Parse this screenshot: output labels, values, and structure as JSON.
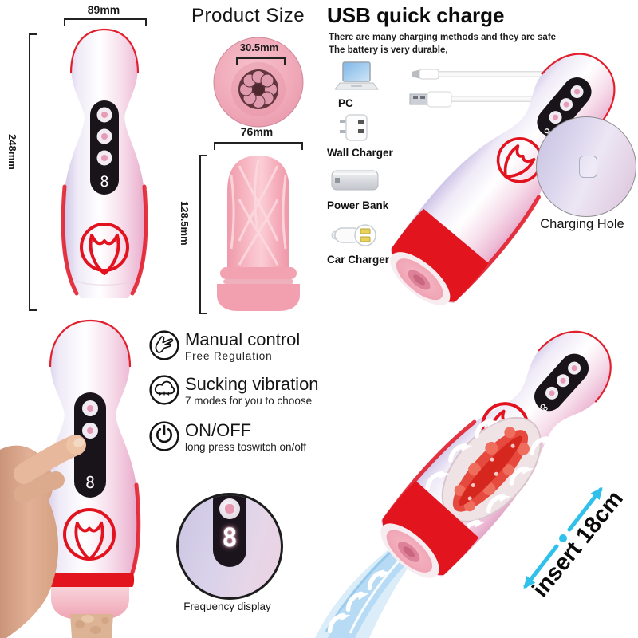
{
  "size_section": {
    "heading": "Product Size",
    "front_width": "89mm",
    "front_height": "248mm",
    "opening_diameter": "30.5mm",
    "sleeve_width": "76mm",
    "sleeve_height": "128.5mm"
  },
  "display": {
    "digit": "8"
  },
  "usb_section": {
    "heading": "USB quick charge",
    "subtitle_line1": "There are many charging methods and they are safe",
    "subtitle_line2": "The battery is very durable,",
    "chargers": [
      {
        "label": "PC"
      },
      {
        "label": "Wall Charger"
      },
      {
        "label": "Power Bank"
      },
      {
        "label": "Car Charger"
      }
    ],
    "charging_hole_label": "Charging Hole"
  },
  "features_section": {
    "items": [
      {
        "title": "Manual control",
        "desc": "Free Regulation"
      },
      {
        "title": "Sucking vibration",
        "desc": "7 modes for you to choose"
      },
      {
        "title": "ON/OFF",
        "desc": "long press toswitch on/off"
      }
    ],
    "frequency_label": "Frequency display"
  },
  "insert_section": {
    "label": "insert 18cm"
  },
  "colors": {
    "accent_red": "#e2151f",
    "cyan": "#2fc0ec",
    "sleeve_pink": "#f2a4b3",
    "panel_black": "#19141a",
    "text_black": "#111111"
  }
}
